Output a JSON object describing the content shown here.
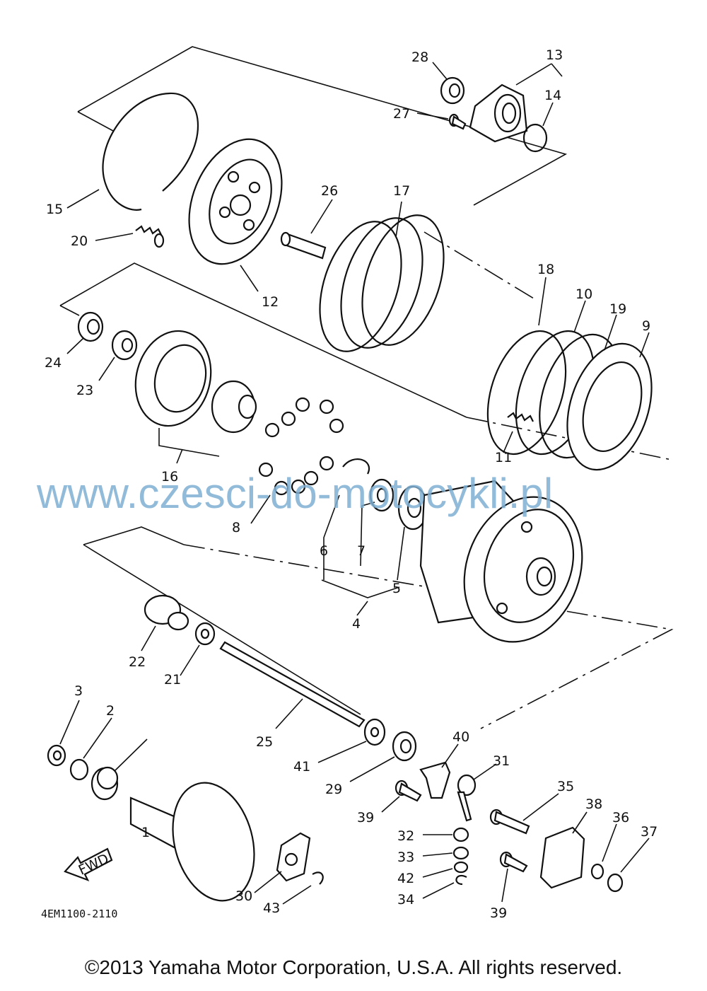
{
  "diagram": {
    "part_code": "4EM1100-2110",
    "watermark": "www.czesci-do-motocykli.pl",
    "fwd_label": "FWD",
    "callouts": [
      "1",
      "2",
      "3",
      "4",
      "5",
      "6",
      "7",
      "8",
      "9",
      "10",
      "11",
      "12",
      "13",
      "14",
      "15",
      "16",
      "17",
      "18",
      "19",
      "20",
      "21",
      "22",
      "23",
      "24",
      "25",
      "26",
      "27",
      "28",
      "29",
      "30",
      "31",
      "32",
      "33",
      "34",
      "35",
      "36",
      "37",
      "38",
      "39",
      "39",
      "40",
      "41",
      "42",
      "43"
    ]
  },
  "footer": {
    "copyright": "©2013 Yamaha Motor Corporation, U.S.A. All rights reserved."
  }
}
